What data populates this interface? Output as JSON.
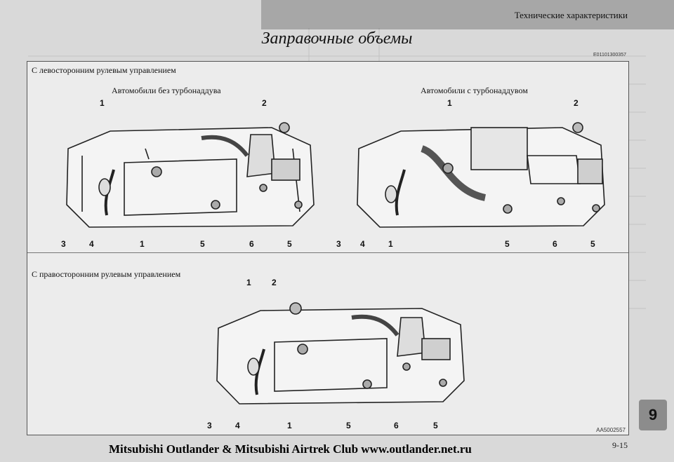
{
  "header": {
    "title": "Технические характеристики"
  },
  "page": {
    "title": "Заправочные объемы",
    "ref_code": "E01101300357",
    "chapter": "9",
    "page_number": "9-15",
    "footer": "Mitsubishi Outlander & Mitsubishi Airtrek Club www.outlander.net.ru"
  },
  "figure": {
    "lhd_label": "С левосторонним рулевым управлением",
    "no_turbo_label": "Автомобили без турбонаддува",
    "turbo_label": "Автомобили с турбонаддувом",
    "rhd_label": "С правосторонним рулевым управлением",
    "figure_code": "AA5002557",
    "callouts_top": [
      "1",
      "2"
    ],
    "callouts_bottom": [
      "3",
      "4",
      "1",
      "5",
      "6",
      "5"
    ]
  }
}
